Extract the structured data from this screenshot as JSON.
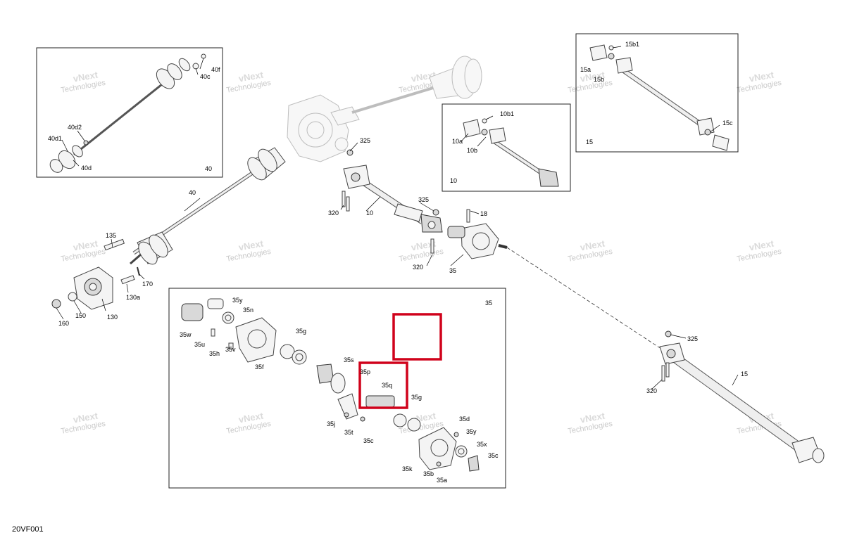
{
  "figure": {
    "code": "20VF001",
    "watermark_line1": "vNext",
    "watermark_line2": "Technologies"
  },
  "boxes": {
    "box40": {
      "number": "40"
    },
    "box10": {
      "number": "10"
    },
    "box15": {
      "number": "15"
    },
    "box35": {
      "number": "35"
    }
  },
  "callouts": {
    "c40f": "40f",
    "c40c": "40c",
    "c40d2": "40d2",
    "c40d1": "40d1",
    "c40d": "40d",
    "c10b1": "10b1",
    "c10a": "10a",
    "c10b": "10b",
    "c15b1": "15b1",
    "c15a": "15a",
    "c15b": "15b",
    "c15c": "15c",
    "c325a": "325",
    "c325b": "325",
    "c325c": "325",
    "c40main": "40",
    "c10main": "10",
    "c320a": "320",
    "c320b": "320",
    "c320c": "320",
    "c18": "18",
    "c35main": "35",
    "c15main": "15",
    "c135": "135",
    "c170": "170",
    "c130a": "130a",
    "c130": "130",
    "c150": "150",
    "c160": "160",
    "c35y1": "35y",
    "c35n": "35n",
    "c35w": "35w",
    "c35u": "35u",
    "c35h": "35h",
    "c35v": "35v",
    "c35f": "35f",
    "c35g1": "35g",
    "c35s": "35s",
    "c35p": "35p",
    "c35q": "35q",
    "c35g2": "35g",
    "c35j": "35j",
    "c35t": "35t",
    "c35c1": "35c",
    "c35d": "35d",
    "c35y2": "35y",
    "c35x": "35x",
    "c35c2": "35c",
    "c35k": "35k",
    "c35b": "35b",
    "c35a": "35a"
  }
}
